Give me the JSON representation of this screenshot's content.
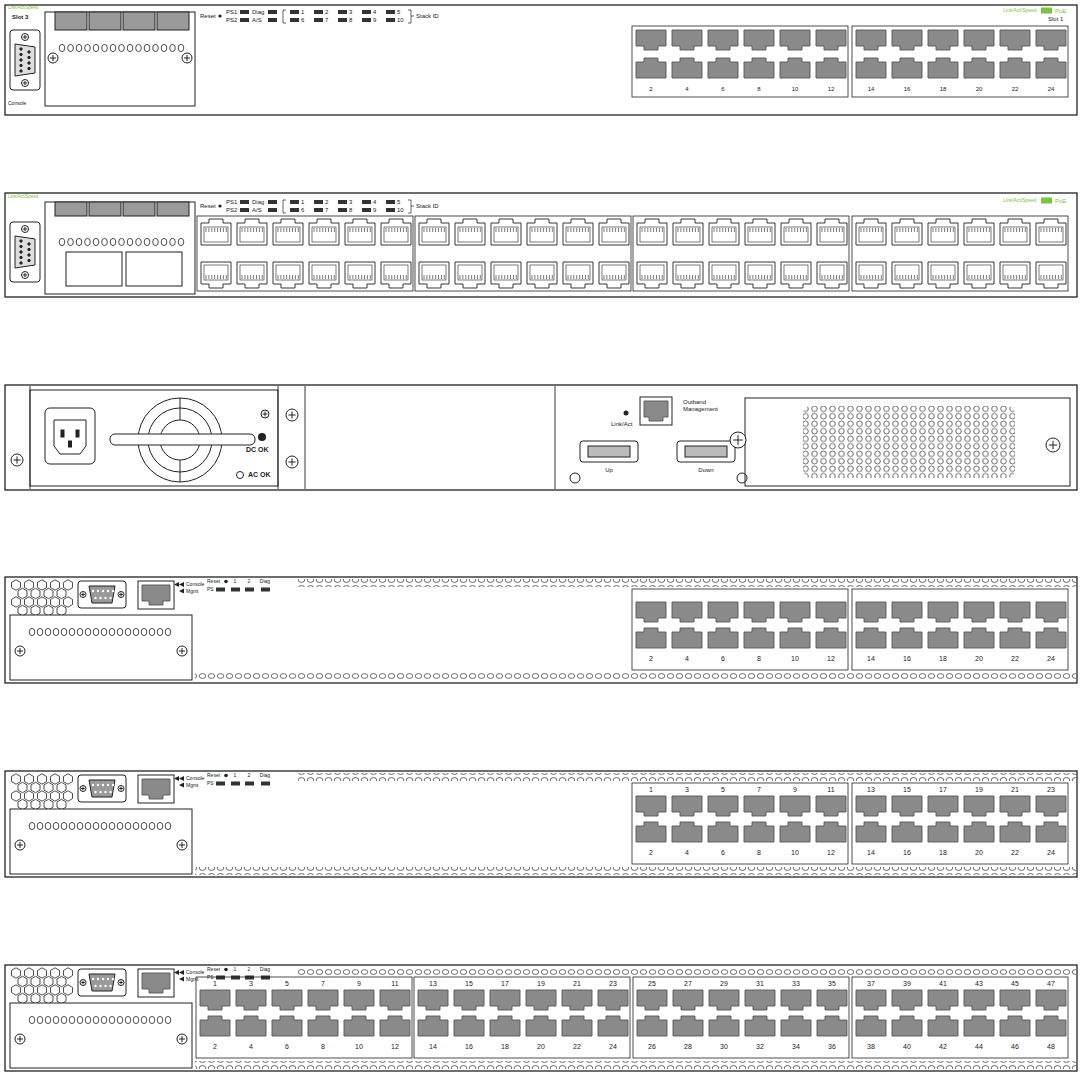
{
  "diagram": {
    "labels": [
      "Link/Act/Speed",
      "Slot 3",
      "Console",
      "Reset",
      "PS1",
      "PS2",
      "Diag",
      "A/S",
      "1",
      "2",
      "3",
      "4",
      "5",
      "6",
      "7",
      "8",
      "9",
      "10",
      "Stack ID",
      "Link/Act/Speed",
      "PoE",
      "Slot 1",
      "2",
      "4",
      "6",
      "8",
      "10",
      "12",
      "14",
      "16",
      "18",
      "20",
      "22",
      "24",
      "Link/Act/Speed",
      "Reset",
      "PS1",
      "PS2",
      "Diag",
      "A/S",
      "1",
      "2",
      "3",
      "4",
      "5",
      "6",
      "7",
      "8",
      "9",
      "10",
      "Stack ID",
      "Link/Act/Speed",
      "PoE",
      "DC OK",
      "AC OK",
      "Link/Act",
      "Outband Management",
      "Up",
      "Down",
      "Console",
      "Mgmt",
      "Reset",
      "PS",
      "1",
      "2",
      "Diag",
      "2",
      "4",
      "6",
      "8",
      "10",
      "12",
      "14",
      "16",
      "18",
      "20",
      "22",
      "24",
      "Console",
      "Mgmt",
      "Reset",
      "PS",
      "1",
      "2",
      "Diag",
      "1",
      "3",
      "5",
      "7",
      "9",
      "11",
      "13",
      "15",
      "17",
      "19",
      "21",
      "23",
      "2",
      "4",
      "6",
      "8",
      "10",
      "12",
      "14",
      "16",
      "18",
      "20",
      "22",
      "24",
      "Console",
      "Mgmt",
      "Reset",
      "PS",
      "1",
      "2",
      "Diag",
      "1",
      "3",
      "5",
      "7",
      "9",
      "11",
      "13",
      "15",
      "17",
      "19",
      "21",
      "23",
      "25",
      "27",
      "29",
      "31",
      "33",
      "35",
      "37",
      "39",
      "41",
      "43",
      "45",
      "47",
      "2",
      "4",
      "6",
      "8",
      "10",
      "12",
      "14",
      "16",
      "18",
      "20",
      "22",
      "24",
      "26",
      "28",
      "30",
      "32",
      "34",
      "36",
      "38",
      "40",
      "42",
      "44",
      "46",
      "48"
    ]
  }
}
